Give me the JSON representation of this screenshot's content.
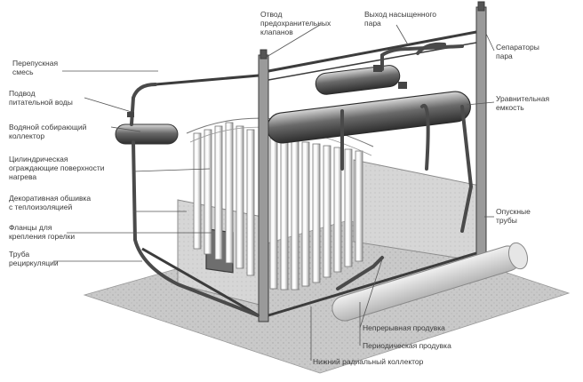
{
  "labels": {
    "tl_1": [
      "Перепускная",
      "смесь"
    ],
    "tl_2": [
      "Подвод",
      "питательной воды"
    ],
    "tl_3": [
      "Водяной собирающий",
      "коллектор"
    ],
    "tl_4": [
      "Цилиндрическая",
      "ограждающие поверхности",
      "нагрева"
    ],
    "tl_5": [
      "Декоративная обшивка",
      "с теплоизоляцией"
    ],
    "tl_6": [
      "Фланцы для",
      "крепления горелки"
    ],
    "tl_7": [
      "Труба",
      "рециркуляции"
    ],
    "top_1": [
      "Отвод",
      "предохранительных",
      "клапанов"
    ],
    "top_2": [
      "Выход насыщенного",
      "пара"
    ],
    "r_1": [
      "Сепараторы",
      "пара"
    ],
    "r_2": [
      "Уравнительная",
      "емкость"
    ],
    "r_3": [
      "Опускные",
      "трубы"
    ],
    "b_1": [
      "Непрерывная продувка"
    ],
    "b_2": [
      "Периодическая продувка"
    ],
    "b_3": [
      "Нижний радиальный коллектор"
    ]
  }
}
